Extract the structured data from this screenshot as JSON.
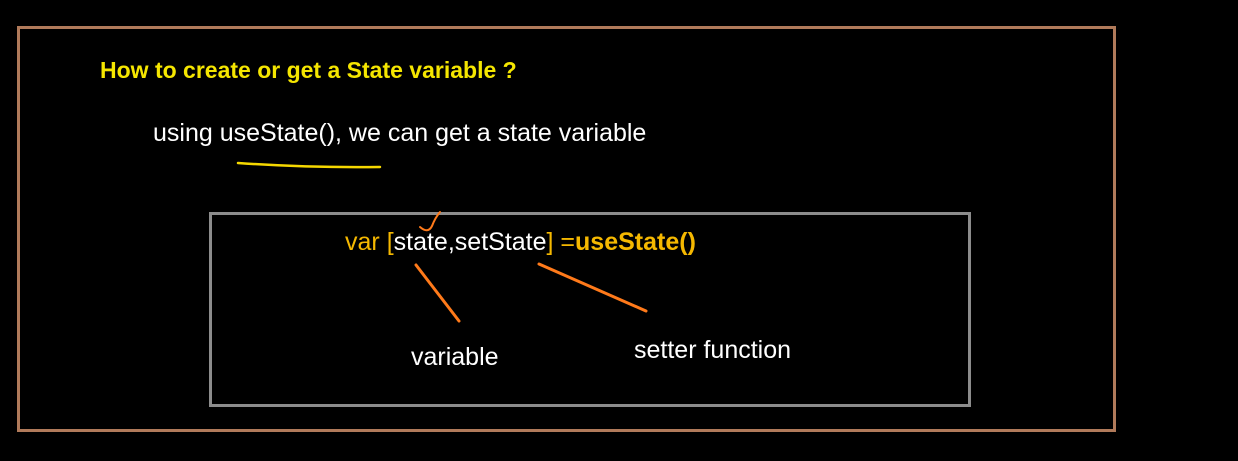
{
  "slide": {
    "title": "How to create or get a State variable ?",
    "subtitle": "using useState(), we can get a state variable"
  },
  "code": {
    "keyword": "var",
    "bracket_open": "[",
    "state_var": "state",
    "comma": ",",
    "setter_var": "setState",
    "bracket_close": "]",
    "equals": " =",
    "call": "useState()"
  },
  "annotations": {
    "variable_label": "variable",
    "setter_label": "setter function"
  },
  "colors": {
    "background": "#000000",
    "outer_border": "#b07a5a",
    "code_box_border": "#8c8c8c",
    "title": "#f5e600",
    "code_accent": "#f5b800",
    "annotation_arrow": "#ff7a1a",
    "underline": "#f5d800"
  }
}
